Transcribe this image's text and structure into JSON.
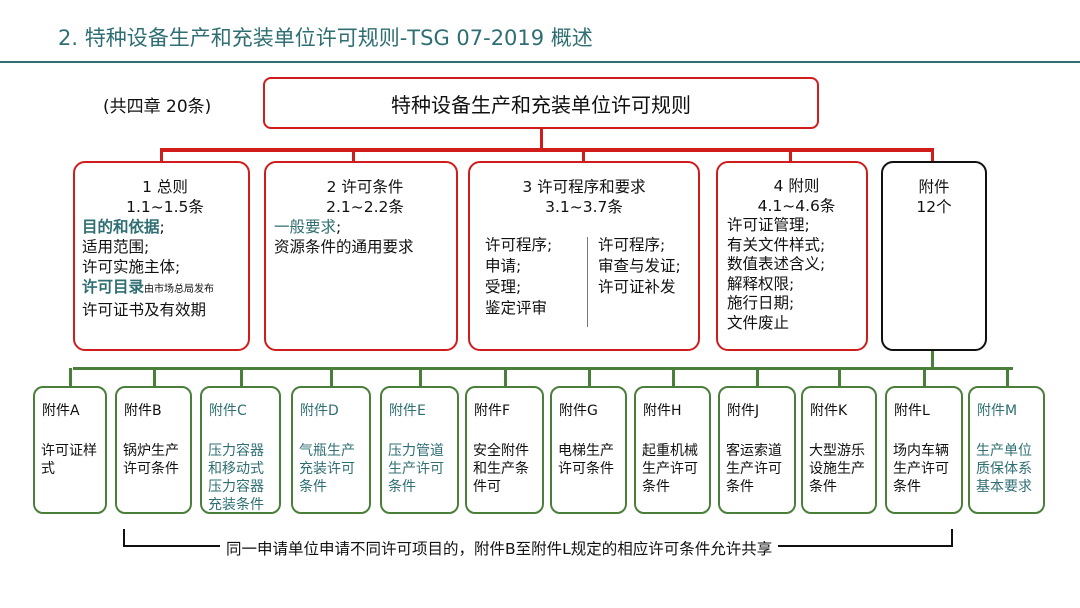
{
  "title": "2. 特种设备生产和充装单位许可规则-TSG 07-2019 概述",
  "note": "(共四章 20条)",
  "root": "特种设备生产和充装单位许可规则",
  "chapters": {
    "c1": {
      "name": "1 总则",
      "range": "1.1~1.5条",
      "l1": "目的和依据",
      "l1_end": ";",
      "l2": "适用范围;",
      "l3": "许可实施主体;",
      "l4": "许可目录",
      "l4_small": "由市场总局发布",
      "l5": "许可证书及有效期"
    },
    "c2": {
      "name": "2 许可条件",
      "range": "2.1~2.2条",
      "l1": "一般要求",
      "l1_end": ";",
      "l2": "资源条件的通用要求"
    },
    "c3": {
      "name": "3 许可程序和要求",
      "range": "3.1~3.7条",
      "left": [
        "许可程序;",
        "申请;",
        "受理;",
        "鉴定评审"
      ],
      "right": [
        "许可程序;",
        "审查与发证;",
        "许可证补发"
      ]
    },
    "c4": {
      "name": "4 附则",
      "range": "4.1~4.6条",
      "lines": [
        "许可证管理;",
        "有关文件样式;",
        "数值表述含义;",
        "解释权限;",
        "施行日期;",
        "文件废止"
      ]
    },
    "c5": {
      "name": "附件",
      "count": "12个"
    }
  },
  "appendices": [
    {
      "name": "附件A",
      "desc": "许可证样式"
    },
    {
      "name": "附件B",
      "desc": "锅炉生产许可条件"
    },
    {
      "name": "附件C",
      "desc": "压力容器和移动式压力容器充装条件"
    },
    {
      "name": "附件D",
      "desc": "气瓶生产充装许可条件"
    },
    {
      "name": "附件E",
      "desc": "压力管道生产许可条件"
    },
    {
      "name": "附件F",
      "desc": "安全附件和生产条件可"
    },
    {
      "name": "附件G",
      "desc": "电梯生产许可条件"
    },
    {
      "name": "附件H",
      "desc": "起重机械生产许可条件"
    },
    {
      "name": "附件J",
      "desc": "客运索道生产许可条件"
    },
    {
      "name": "附件K",
      "desc": "大型游乐设施生产条件"
    },
    {
      "name": "附件L",
      "desc": "场内车辆生产许可条件"
    },
    {
      "name": "附件M",
      "desc": "生产单位质保体系基本要求"
    }
  ],
  "footer": "同一申请单位申请不同许可项目的，附件B至附件L规定的相应许可条件允许共享",
  "colors": {
    "red": "#d11c1c",
    "green": "#4a7f3a",
    "teal": "#2f6f73",
    "black": "#111111"
  }
}
